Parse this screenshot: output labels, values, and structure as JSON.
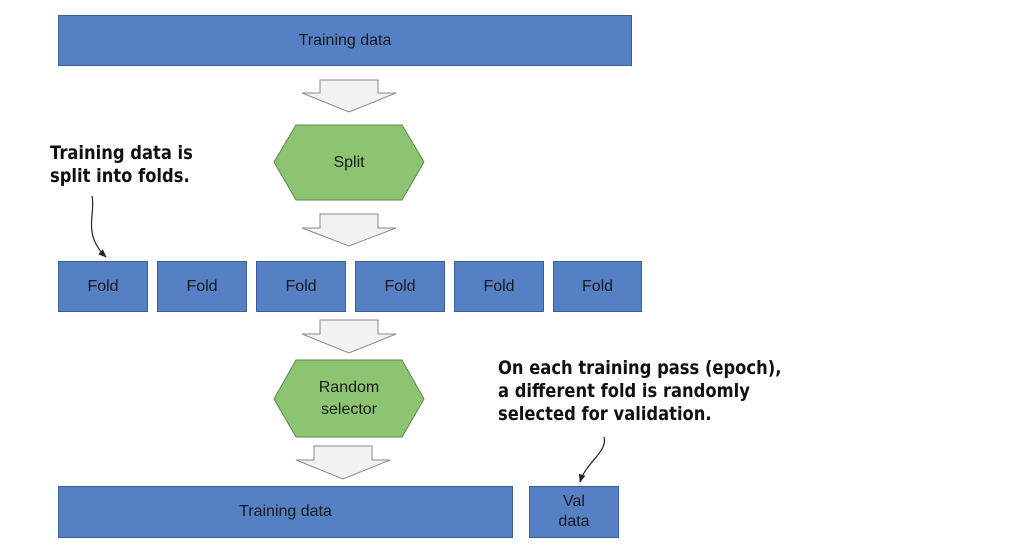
{
  "top_box": {
    "label": "Training data"
  },
  "split_step": {
    "label": "Split"
  },
  "folds": [
    "Fold",
    "Fold",
    "Fold",
    "Fold",
    "Fold",
    "Fold"
  ],
  "selector_step": {
    "line1": "Random",
    "line2": "selector"
  },
  "bottom_train_box": {
    "label": "Training data"
  },
  "val_box": {
    "line1": "Val",
    "line2": "data"
  },
  "annotation_left": {
    "line1": "Training data is",
    "line2": "split into folds."
  },
  "annotation_right": {
    "line1": "On each training pass (epoch),",
    "line2": "a different fold is randomly",
    "line3": "selected for validation."
  },
  "colors": {
    "box_fill": "#5580c4",
    "hex_fill": "#8cc472",
    "arrow_fill": "#f2f2f2"
  }
}
